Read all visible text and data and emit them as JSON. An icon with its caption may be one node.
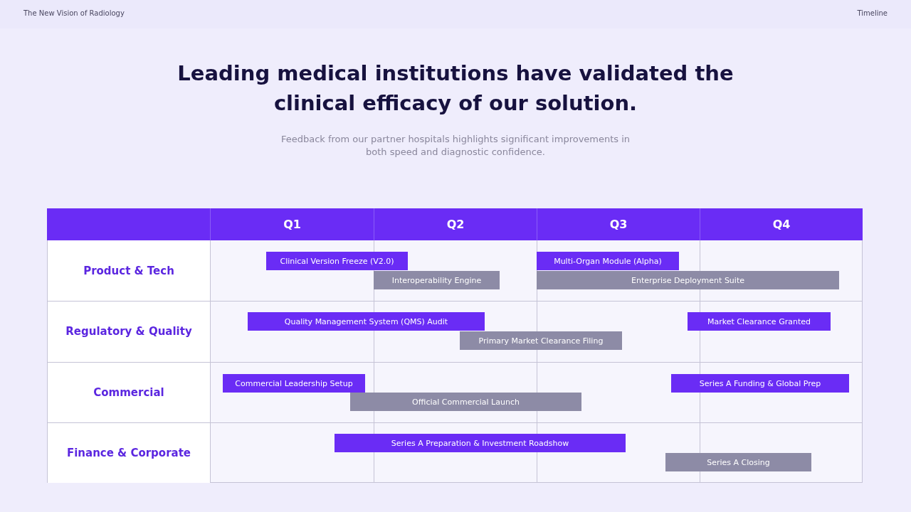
{
  "diagram": {
    "title": "Leading medical institutions have validated the clinical efficacy of our solution.",
    "nodes": [
      {
        "text": [
          "Clinical Version Freeze (V2.0)"
        ]
      },
      {
        "text": [
          "Multi-Organ Module (Alpha)"
        ]
      },
      {
        "text": [
          "Interoperability Engine"
        ]
      },
      {
        "text": [
          "Enterprise Deployment Suite"
        ]
      },
      {
        "text": [
          "Quality Management System (QMS) Audit"
        ]
      },
      {
        "text": [
          "Market Clearance Granted"
        ]
      },
      {
        "text": [
          "Primary Market Clearance Filing"
        ]
      },
      {
        "text": [
          "Commercial Leadership Setup"
        ]
      },
      {
        "text": [
          "Series A Funding & Global Prep"
        ]
      },
      {
        "text": [
          "Official Commercial Launch"
        ]
      },
      {
        "text": [
          "Series A Preparation & Investment Roadshow"
        ]
      },
      {
        "text": [
          "Series A Closing"
        ]
      }
    ],
    "edges": [],
    "labels": [
      "The New Vision of Radiology",
      "Timeline",
      "Feedback from our partner hospitals highlights significant improvements in both speed and diagnostic confidence.",
      "Q1",
      "Q2",
      "Q3",
      "Q4",
      "Product & Tech",
      "Regulatory & Quality",
      "Commercial",
      "Finance & Corporate"
    ]
  }
}
